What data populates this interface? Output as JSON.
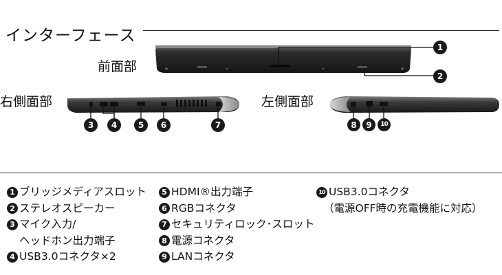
{
  "title": "インターフェース",
  "views": {
    "front": "前面部",
    "right": "右側面部",
    "left": "左側面部"
  },
  "markers": [
    "1",
    "2",
    "3",
    "4",
    "5",
    "6",
    "7",
    "8",
    "9",
    "10"
  ],
  "legend": {
    "col1": [
      {
        "num": "1",
        "text": "ブリッジメディアスロット"
      },
      {
        "num": "2",
        "text": "ステレオスピーカー"
      },
      {
        "num": "3",
        "text": "マイク入力/"
      },
      {
        "num": "",
        "text": "ヘッドホン出力端子"
      },
      {
        "num": "4",
        "text": "USB3.0コネクタ×2"
      }
    ],
    "col2": [
      {
        "num": "5",
        "text": "HDMI®出力端子"
      },
      {
        "num": "6",
        "text": "RGBコネクタ"
      },
      {
        "num": "7",
        "text": "セキュリティロック･スロット"
      },
      {
        "num": "8",
        "text": "電源コネクタ"
      },
      {
        "num": "9",
        "text": "LANコネクタ"
      }
    ],
    "col3": [
      {
        "num": "10",
        "text": "USB3.0コネクタ"
      },
      {
        "num": "",
        "text": "（電源OFF時の充電機能に対応）"
      }
    ]
  }
}
